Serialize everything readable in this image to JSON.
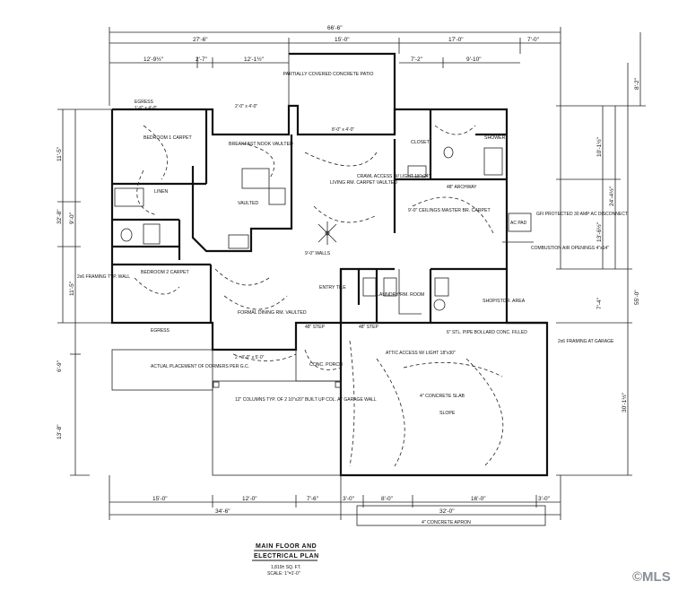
{
  "overall_width": "66'-6\"",
  "top_dims": [
    "27'-6\"",
    "15'-0\"",
    "17'-0\"",
    "7'-0\""
  ],
  "second_dims": [
    "12'-9½\"",
    "2'-7\"",
    "12'-1½\"",
    "7'-2\"",
    "9'-10\""
  ],
  "left_dims": [
    "11'-5\"",
    "32'-8\"",
    "9'-0\"",
    "11'-5\"",
    "6'-9\"",
    "13'-8\""
  ],
  "right_dims": [
    "8'-2\"",
    "10'-1½\"",
    "24'-4½\"",
    "13'-6½\"",
    "55'-0\"",
    "7'-4\"",
    "30'-1½\""
  ],
  "bottom_dims": [
    "15'-0\"",
    "12'-0\"",
    "7'-6\"",
    "3'-0\"",
    "8'-0\"",
    "16'-0\"",
    "3'-0\""
  ],
  "bottom_dims2": [
    "34'-6\"",
    "32'-0\""
  ],
  "rooms": {
    "patio": "PARTIALLY COVERED CONCRETE PATIO",
    "bedroom1": "BEDROOM 1 CARPET",
    "breakfast": "BREAKFAST NOOK VAULTED",
    "living": "LIVING RM. CARPET VAULTED",
    "closet": "CLOSET",
    "shower": "SHOWER",
    "master": "9'-0\" CEILINGS MASTER BR. CARPET",
    "vaulted": "VAULTED",
    "linen": "LINEN",
    "bedroom2": "BEDROOM 2 CARPET",
    "dining": "FORMAL DINING RM. VAULTED",
    "entry": "ENTRY TILE",
    "laundry": "LAUNDRY/RM. ROOM",
    "shop": "SHOP/STOR. AREA",
    "porch": "CONC. PORCH",
    "slab": "4\" CONCRETE SLAB",
    "slope": "SLOPE",
    "apron": "4\" CONCRETE APRON"
  },
  "notes": {
    "egress_top": "EGRESS",
    "egress_bottom": "EGRESS",
    "crawl": "CRAWL ACCESS W/ LIGHT 18\"x24\"",
    "walls": "9'-0\" WALLS",
    "attic": "ATTIC ACCESS W/ LIGHT 18\"x30\"",
    "columns": "12\" COLUMNS TYP. OF 2 10\"x20\" BUILT UP COL. AT GARAGE WALL",
    "dormers": "ACTUAL PLACEMENT OF DORMERS PER G.C.",
    "ac_pad": "AC PAD",
    "gfi": "GFI PROTECTED 30 AMP AC DISCONNECT",
    "combustion": "COMBUSTION AIR OPENINGS 4\"x14\"",
    "bollard": "6\" STL. PIPE BOLLARD CONC. FILLED",
    "step1": "48\" STEP",
    "step2": "48\" STEP",
    "archway": "48\" ARCHWAY",
    "window_top": "2'-0\" x 4'-0\"",
    "window_top2": "1'-6\" x 4'-0\"",
    "window_patio": "8'-0\" x 4'-0\"",
    "window_dining": "2 - 3'-0\" x 5'-0\"",
    "framing_left": "2x6 FRAMING TYP. WALL",
    "framing_right": "2x6 FRAMING AT GARAGE"
  },
  "title_block": {
    "line1": "MAIN FLOOR AND",
    "line2": "ELECTRICAL PLAN",
    "sqft": "1,819± SQ. FT.",
    "scale": "SCALE: 1\"=1'-0\""
  },
  "watermark": "©MLS"
}
